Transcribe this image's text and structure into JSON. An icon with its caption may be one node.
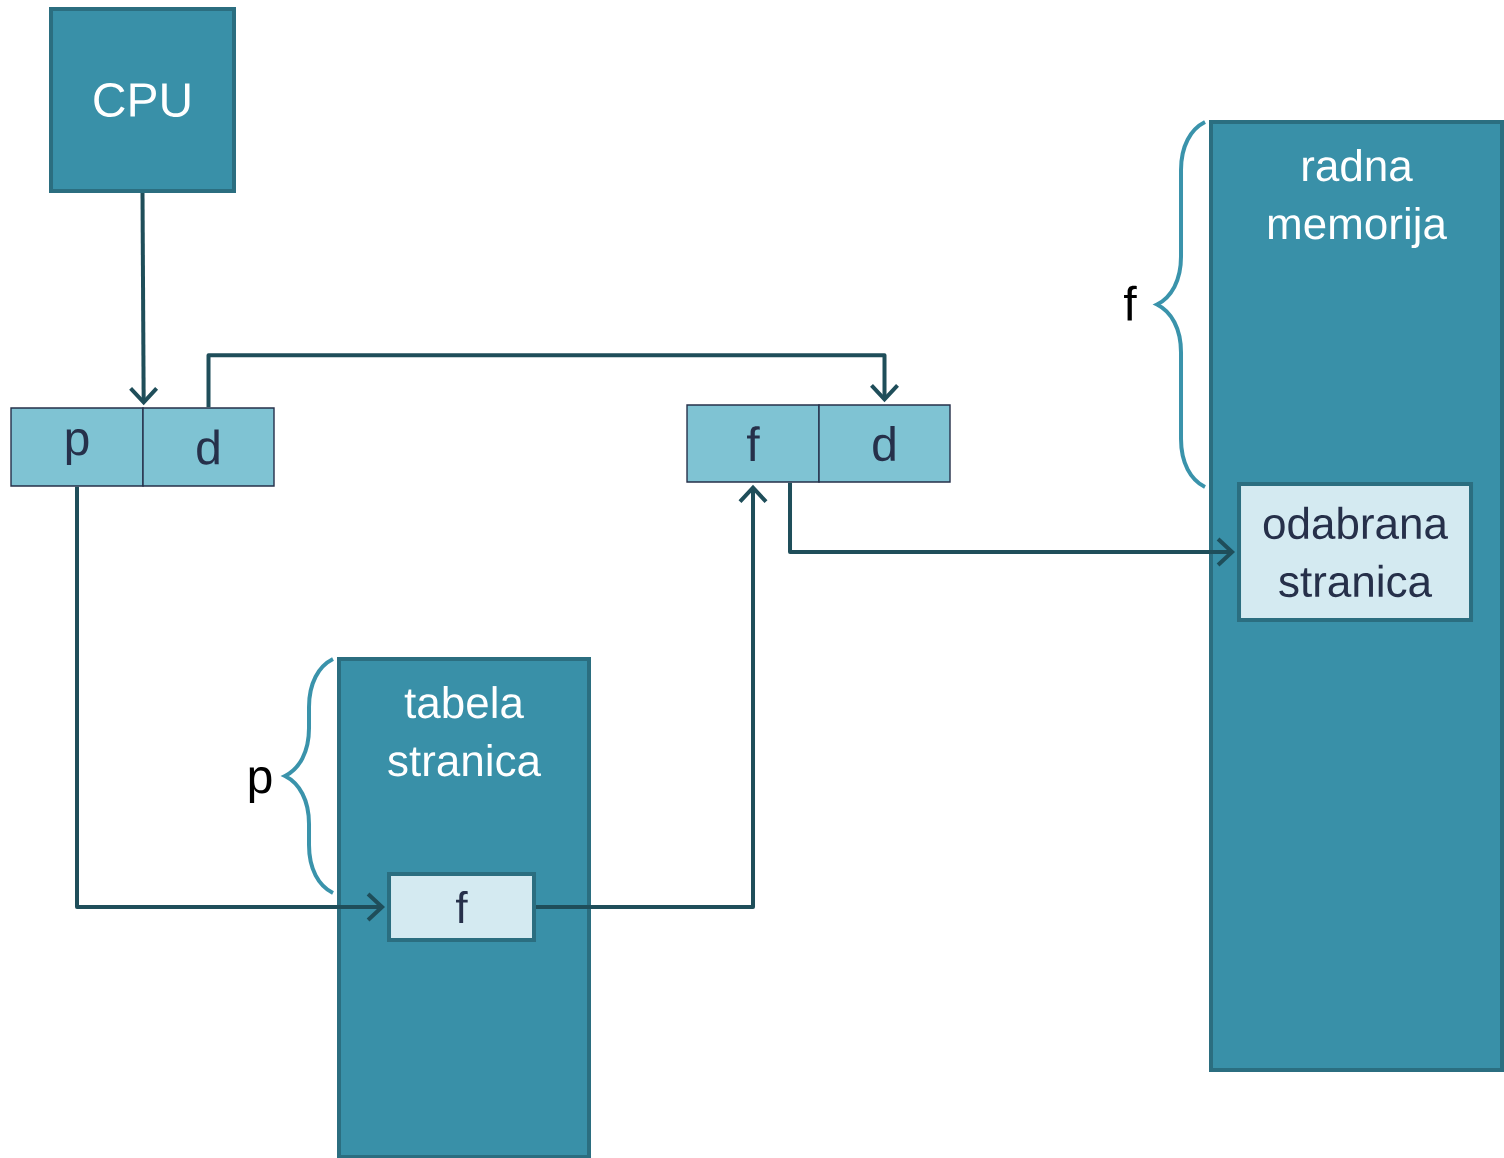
{
  "diagram": {
    "nodes": [
      {
        "text": [
          "CPU"
        ]
      },
      {
        "text": [
          "p"
        ]
      },
      {
        "text": [
          "d"
        ]
      },
      {
        "text": [
          "f"
        ]
      },
      {
        "text": [
          "d"
        ]
      },
      {
        "text": [
          "tabela stranica"
        ]
      },
      {
        "text": [
          "f"
        ],
        "in": 5
      },
      {
        "text": [
          "radna memorija"
        ]
      },
      {
        "text": [
          "odabrana stranica"
        ],
        "in": 7
      }
    ],
    "edges": [
      {
        "from": 0,
        "to": 1,
        "arrow": "to"
      },
      {
        "from": 2,
        "to": 4,
        "arrow": "to"
      },
      {
        "from": 1,
        "to": 6,
        "arrow": "to"
      },
      {
        "from": 6,
        "to": 3,
        "arrow": "to"
      },
      {
        "from": 3,
        "to": 8,
        "arrow": "to"
      }
    ],
    "labels": [
      "f",
      "p"
    ]
  }
}
